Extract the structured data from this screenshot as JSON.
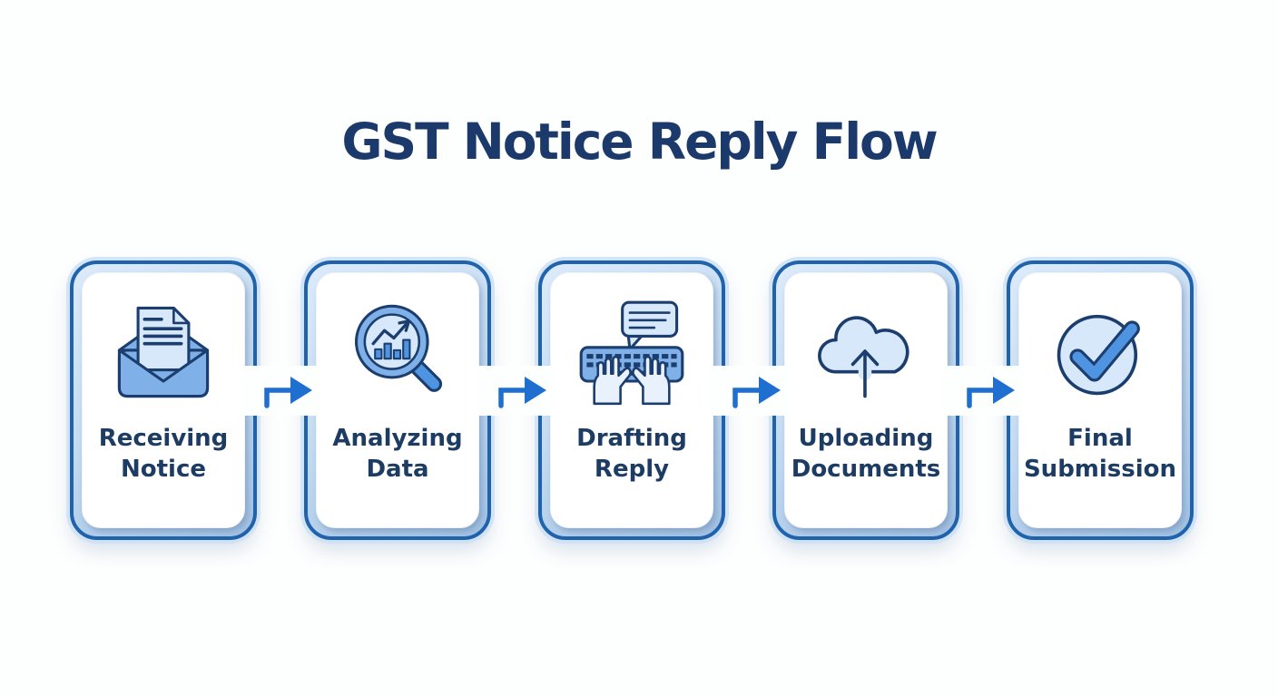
{
  "title": "GST Notice Reply Flow",
  "colors": {
    "page_bg": "#fdfefe",
    "title_color": "#1b3a6b",
    "label_color": "#1d3c64",
    "card_border": "#2063ad",
    "card_bg": "#ffffff",
    "ring_from": "#dcebfa",
    "ring_to": "#a3c3e4",
    "arrow_color": "#1f6fd0",
    "icon_outline": "#1c3e6e",
    "icon_light": "#d7e8fb",
    "icon_lighter": "#e9f2fc",
    "icon_medium": "#7fb0e8",
    "icon_medium_dark": "#4f94e0"
  },
  "steps": [
    {
      "label_line1": "Receiving",
      "label_line2": "Notice",
      "icon": "open-envelope-document-icon"
    },
    {
      "label_line1": "Analyzing",
      "label_line2": "Data",
      "icon": "magnifier-chart-icon"
    },
    {
      "label_line1": "Drafting",
      "label_line2": "Reply",
      "icon": "typing-keyboard-icon"
    },
    {
      "label_line1": "Uploading",
      "label_line2": "Documents",
      "icon": "cloud-upload-icon"
    },
    {
      "label_line1": "Final",
      "label_line2": "Submission",
      "icon": "checkmark-circle-icon"
    }
  ]
}
